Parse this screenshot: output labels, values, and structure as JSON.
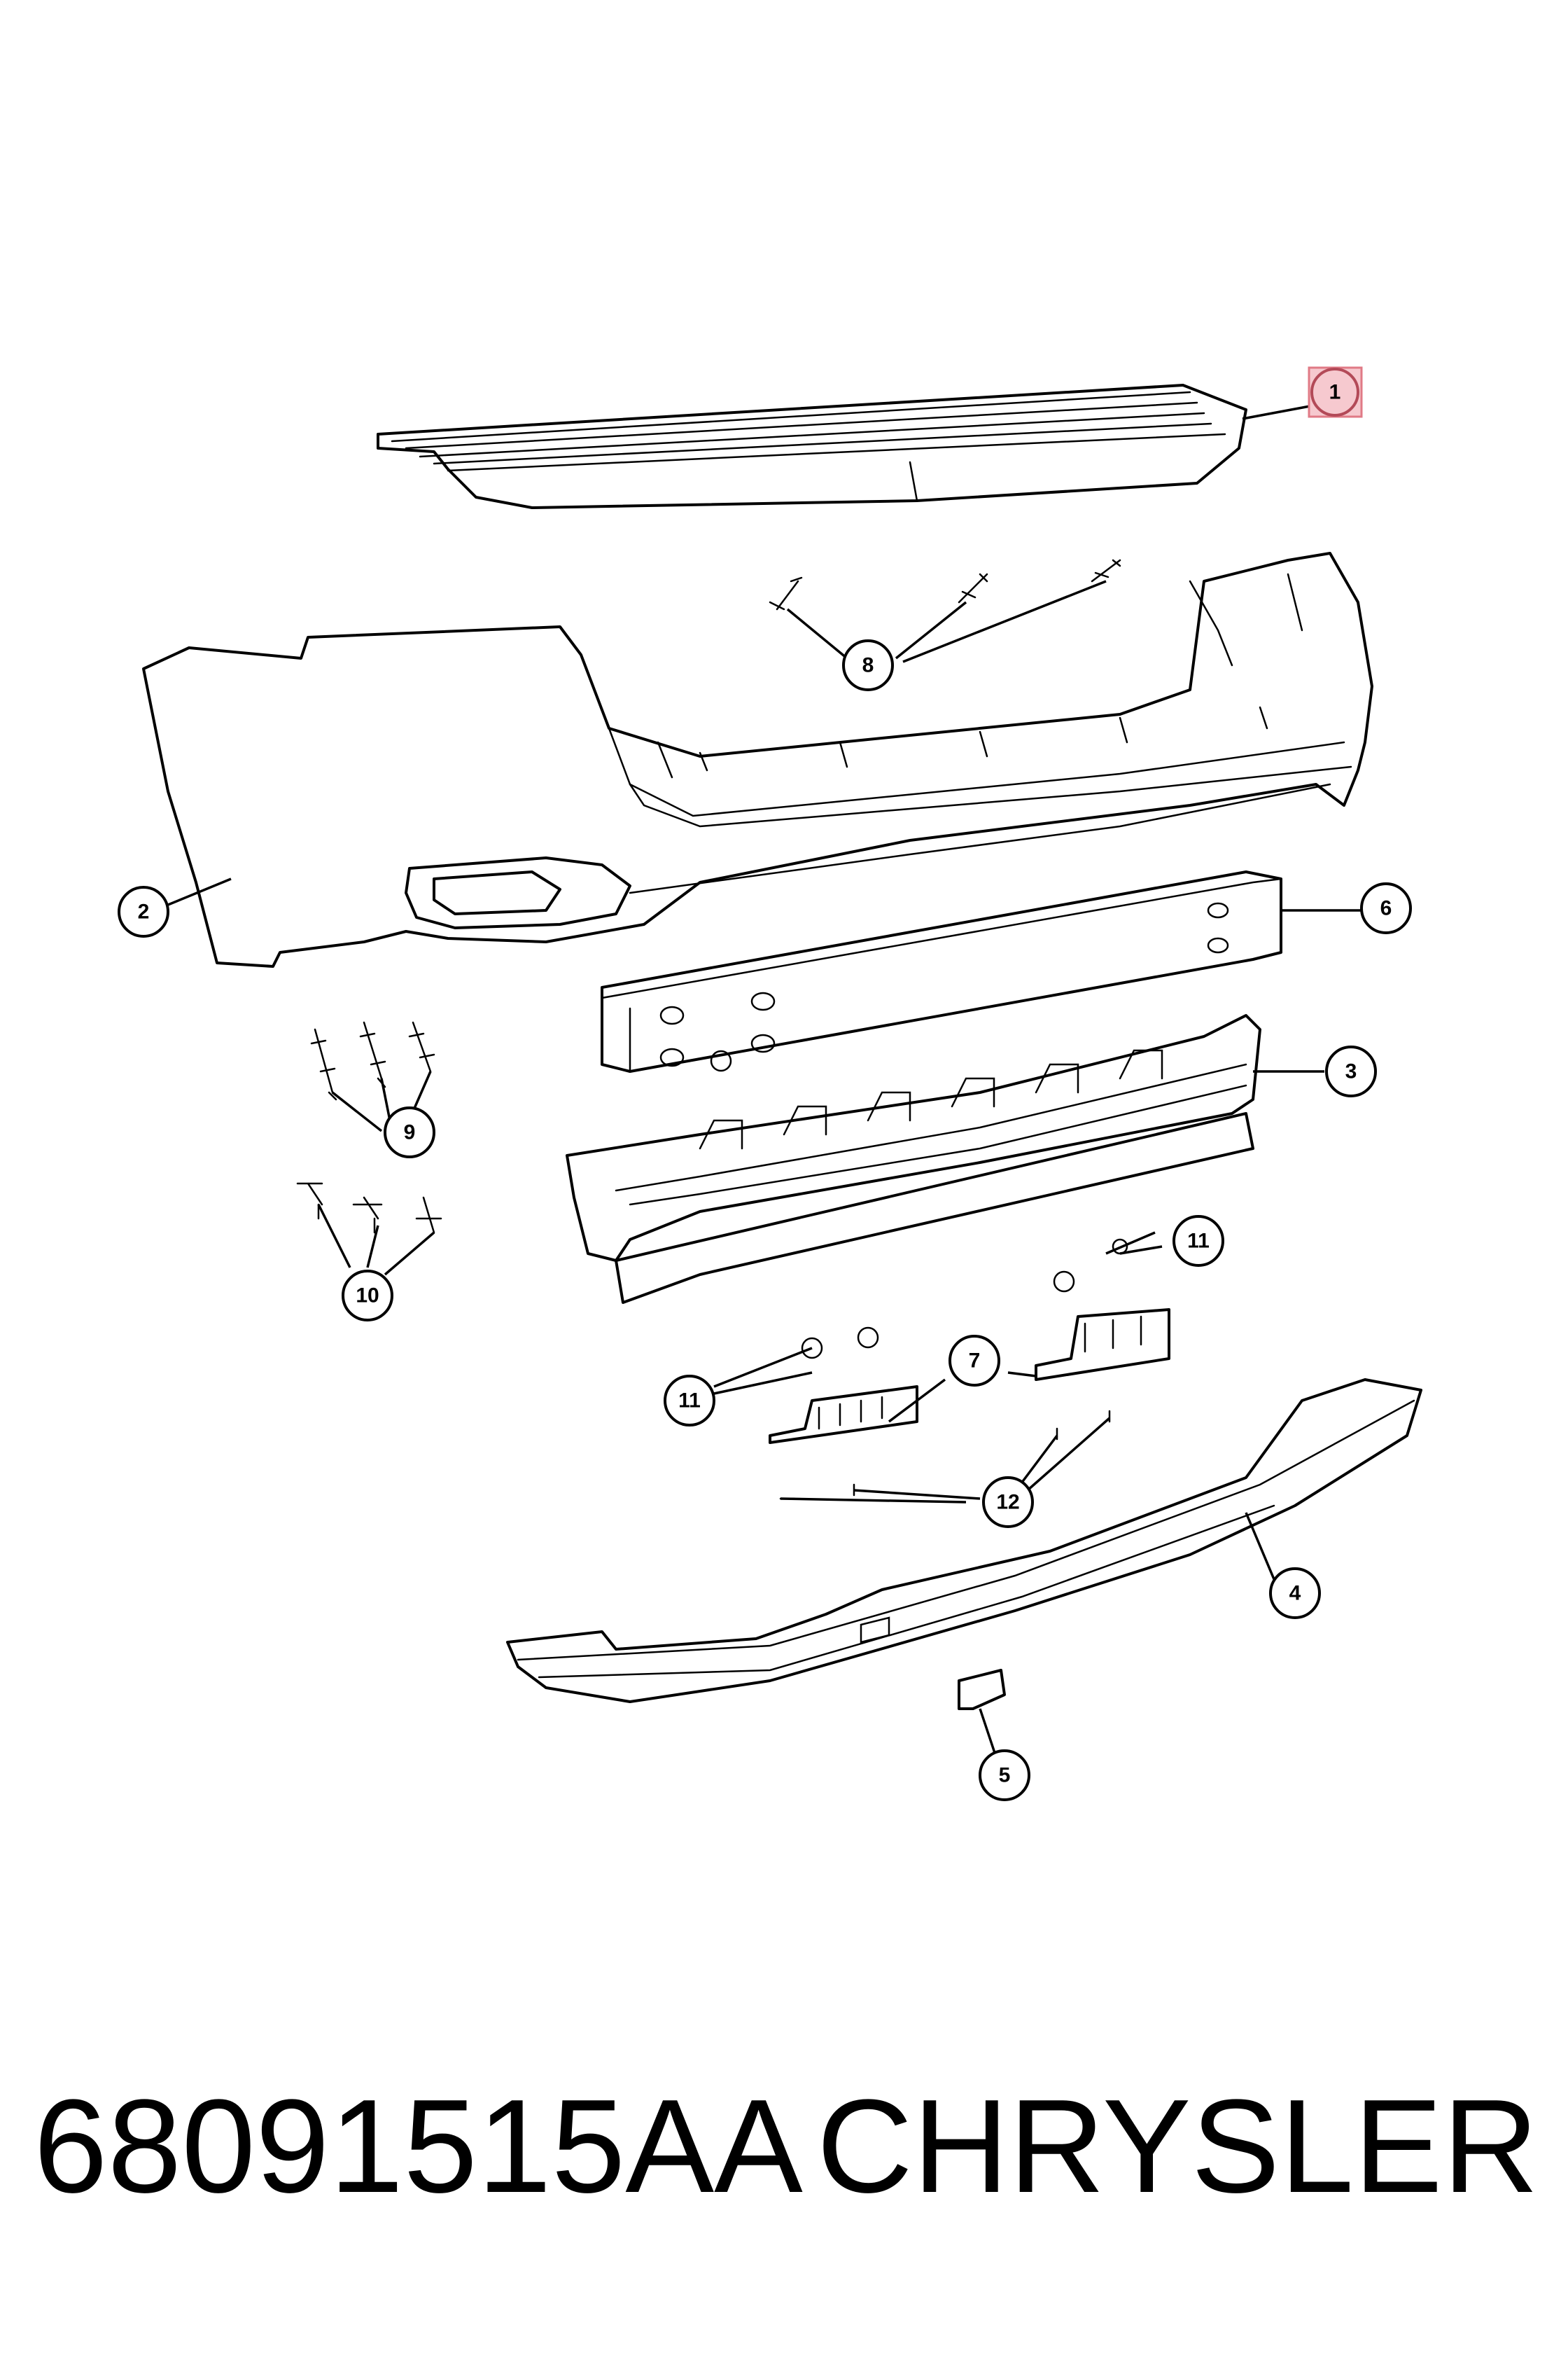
{
  "callouts": [
    {
      "id": "c1",
      "label": "1",
      "highlighted": true
    },
    {
      "id": "c2",
      "label": "2"
    },
    {
      "id": "c3",
      "label": "3"
    },
    {
      "id": "c4",
      "label": "4"
    },
    {
      "id": "c5",
      "label": "5"
    },
    {
      "id": "c6",
      "label": "6"
    },
    {
      "id": "c7",
      "label": "7"
    },
    {
      "id": "c8",
      "label": "8"
    },
    {
      "id": "c9",
      "label": "9"
    },
    {
      "id": "c10",
      "label": "10"
    },
    {
      "id": "c11a",
      "label": "11"
    },
    {
      "id": "c11b",
      "label": "11"
    },
    {
      "id": "c12",
      "label": "12"
    }
  ],
  "caption": {
    "part_number": "68091515AA",
    "brand": "CHRYSLER"
  },
  "colors": {
    "highlight_fill": "#f6c9cf",
    "highlight_stroke": "#e07a86",
    "line": "#000000",
    "background": "#ffffff"
  }
}
